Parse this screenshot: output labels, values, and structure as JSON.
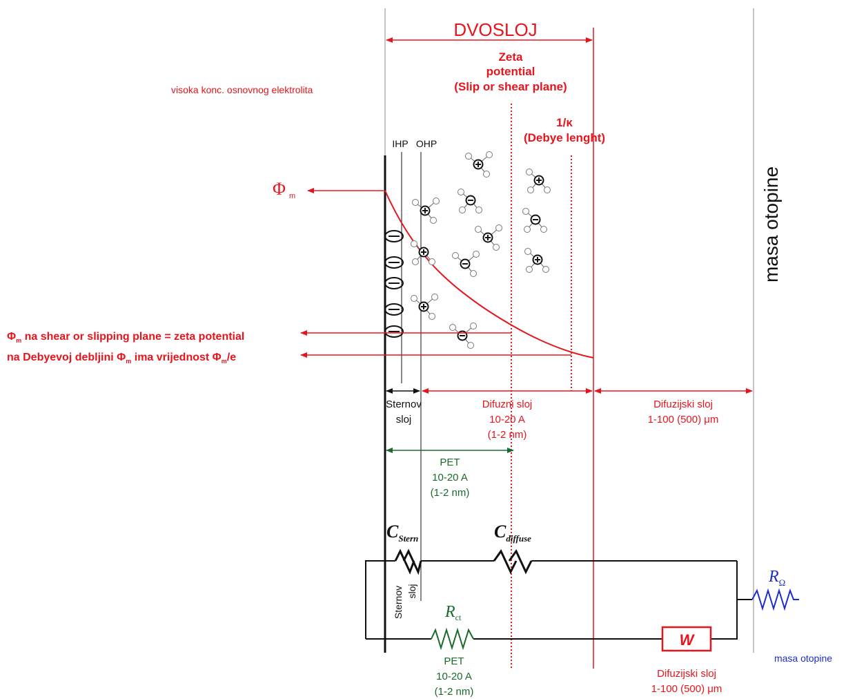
{
  "labels": {
    "dvosloj": "DVOSLOJ",
    "zeta_line1": "Zeta",
    "zeta_line2": "potential",
    "zeta_line3": "(Slip or shear plane)",
    "visoka": "visoka konc. osnovnog elektrolita",
    "debye_line1": "1/κ",
    "debye_line2": "(Debye lenght)",
    "ihp": "IHP",
    "ohp": "OHP",
    "phi_m": "Φ",
    "phi_m_sub": "m",
    "masa_otopine_vertical": "masa otopine",
    "zeta_annotation_phi": "Φ",
    "zeta_annotation_sub": "m",
    "zeta_annotation_rest": " na shear or slipping plane = zeta potential",
    "debye_annotation_pre": "na Debyevoj debljini Φ",
    "debye_annotation_sub1": "m",
    "debye_annotation_mid": " ima vrijednost Φ",
    "debye_annotation_sub2": "m",
    "debye_annotation_post": "/e",
    "sternov_1": "Sternov",
    "sternov_2": "sloj",
    "difuzni_1": "Difuzni sloj",
    "difuzni_2": "10-20 A",
    "difuzni_3": "(1-2 nm)",
    "difuzijski_1": "Difuzijski sloj",
    "difuzijski_2": "1-100 (500) μm",
    "pet_1": "PET",
    "pet_2": "10-20 A",
    "pet_3": "(1-2 nm)",
    "c_stern": "C",
    "c_stern_sub": "Stern",
    "c_diffuse": "C",
    "c_diffuse_sub": "diffuse",
    "r_omega": "R",
    "r_omega_sub": "Ω",
    "r_ct": "R",
    "r_ct_sub": "ct",
    "w": "W",
    "sternov_vert_1": "Sternov",
    "sternov_vert_2": "sloj",
    "pet_b1": "PET",
    "pet_b2": "10-20 A",
    "pet_b3": "(1-2 nm)",
    "difuzijski_b1": "Difuzijski sloj",
    "difuzijski_b2": "1-100 (500) μm",
    "masa_otopine_blue": "masa otopine"
  },
  "colors": {
    "red": "#e8141c",
    "green": "#1a6a2c",
    "blue": "#1c2ccc",
    "black": "#111111",
    "gray": "#777777"
  },
  "ions": [
    {
      "charge": "+"
    },
    {
      "charge": "-"
    },
    {
      "charge": "+"
    },
    {
      "charge": "-"
    },
    {
      "charge": "+"
    },
    {
      "charge": "+"
    },
    {
      "charge": "-"
    },
    {
      "charge": "+"
    },
    {
      "charge": "-"
    },
    {
      "charge": "+"
    },
    {
      "charge": "-"
    },
    {
      "charge": "+"
    }
  ]
}
